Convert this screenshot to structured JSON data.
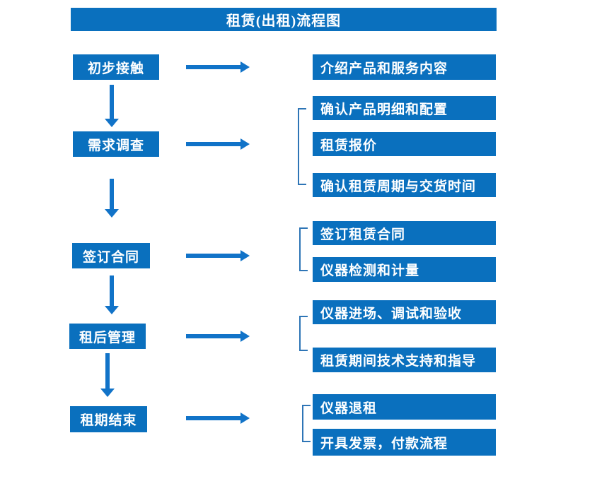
{
  "title": "租赁(出租)流程图",
  "colors": {
    "box_blue": "#0a70be",
    "arrow_blue": "#1173c8",
    "bracket_blue": "#2e75b6"
  },
  "steps": [
    {
      "label": "初步接触",
      "details": [
        "介绍产品和服务内容"
      ]
    },
    {
      "label": "需求调查",
      "details": [
        "确认产品明细和配置",
        "租赁报价",
        "确认租赁周期与交货时间"
      ]
    },
    {
      "label": "签订合同",
      "details": [
        "签订租赁合同",
        "仪器检测和计量"
      ]
    },
    {
      "label": "租后管理",
      "details": [
        "仪器进场、调试和验收",
        "租赁期间技术支持和指导"
      ]
    },
    {
      "label": "租期结束",
      "details": [
        "仪器退租",
        "开具发票，付款流程"
      ]
    }
  ]
}
